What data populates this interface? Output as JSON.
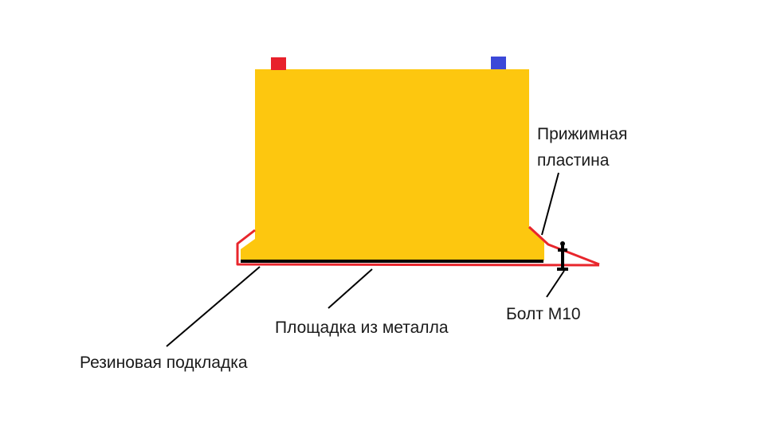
{
  "colors": {
    "battery_body": "#fdc70f",
    "positive_terminal": "#e8212b",
    "negative_terminal": "#3b48d8",
    "metal_platform": "#e8262c",
    "rubber_pad": "#000000",
    "bolt": "#000000",
    "leader_lines": "#000000"
  },
  "labels": {
    "clamp_plate_line1": "Прижимная",
    "clamp_plate_line2": "пластина",
    "bolt": "Болт М10",
    "metal_platform": "Площадка из металла",
    "rubber_pad": "Резиновая подкладка"
  },
  "icons": {
    "positive_terminal": "square-terminal-icon",
    "negative_terminal": "square-terminal-icon",
    "bolt": "bolt-icon"
  }
}
